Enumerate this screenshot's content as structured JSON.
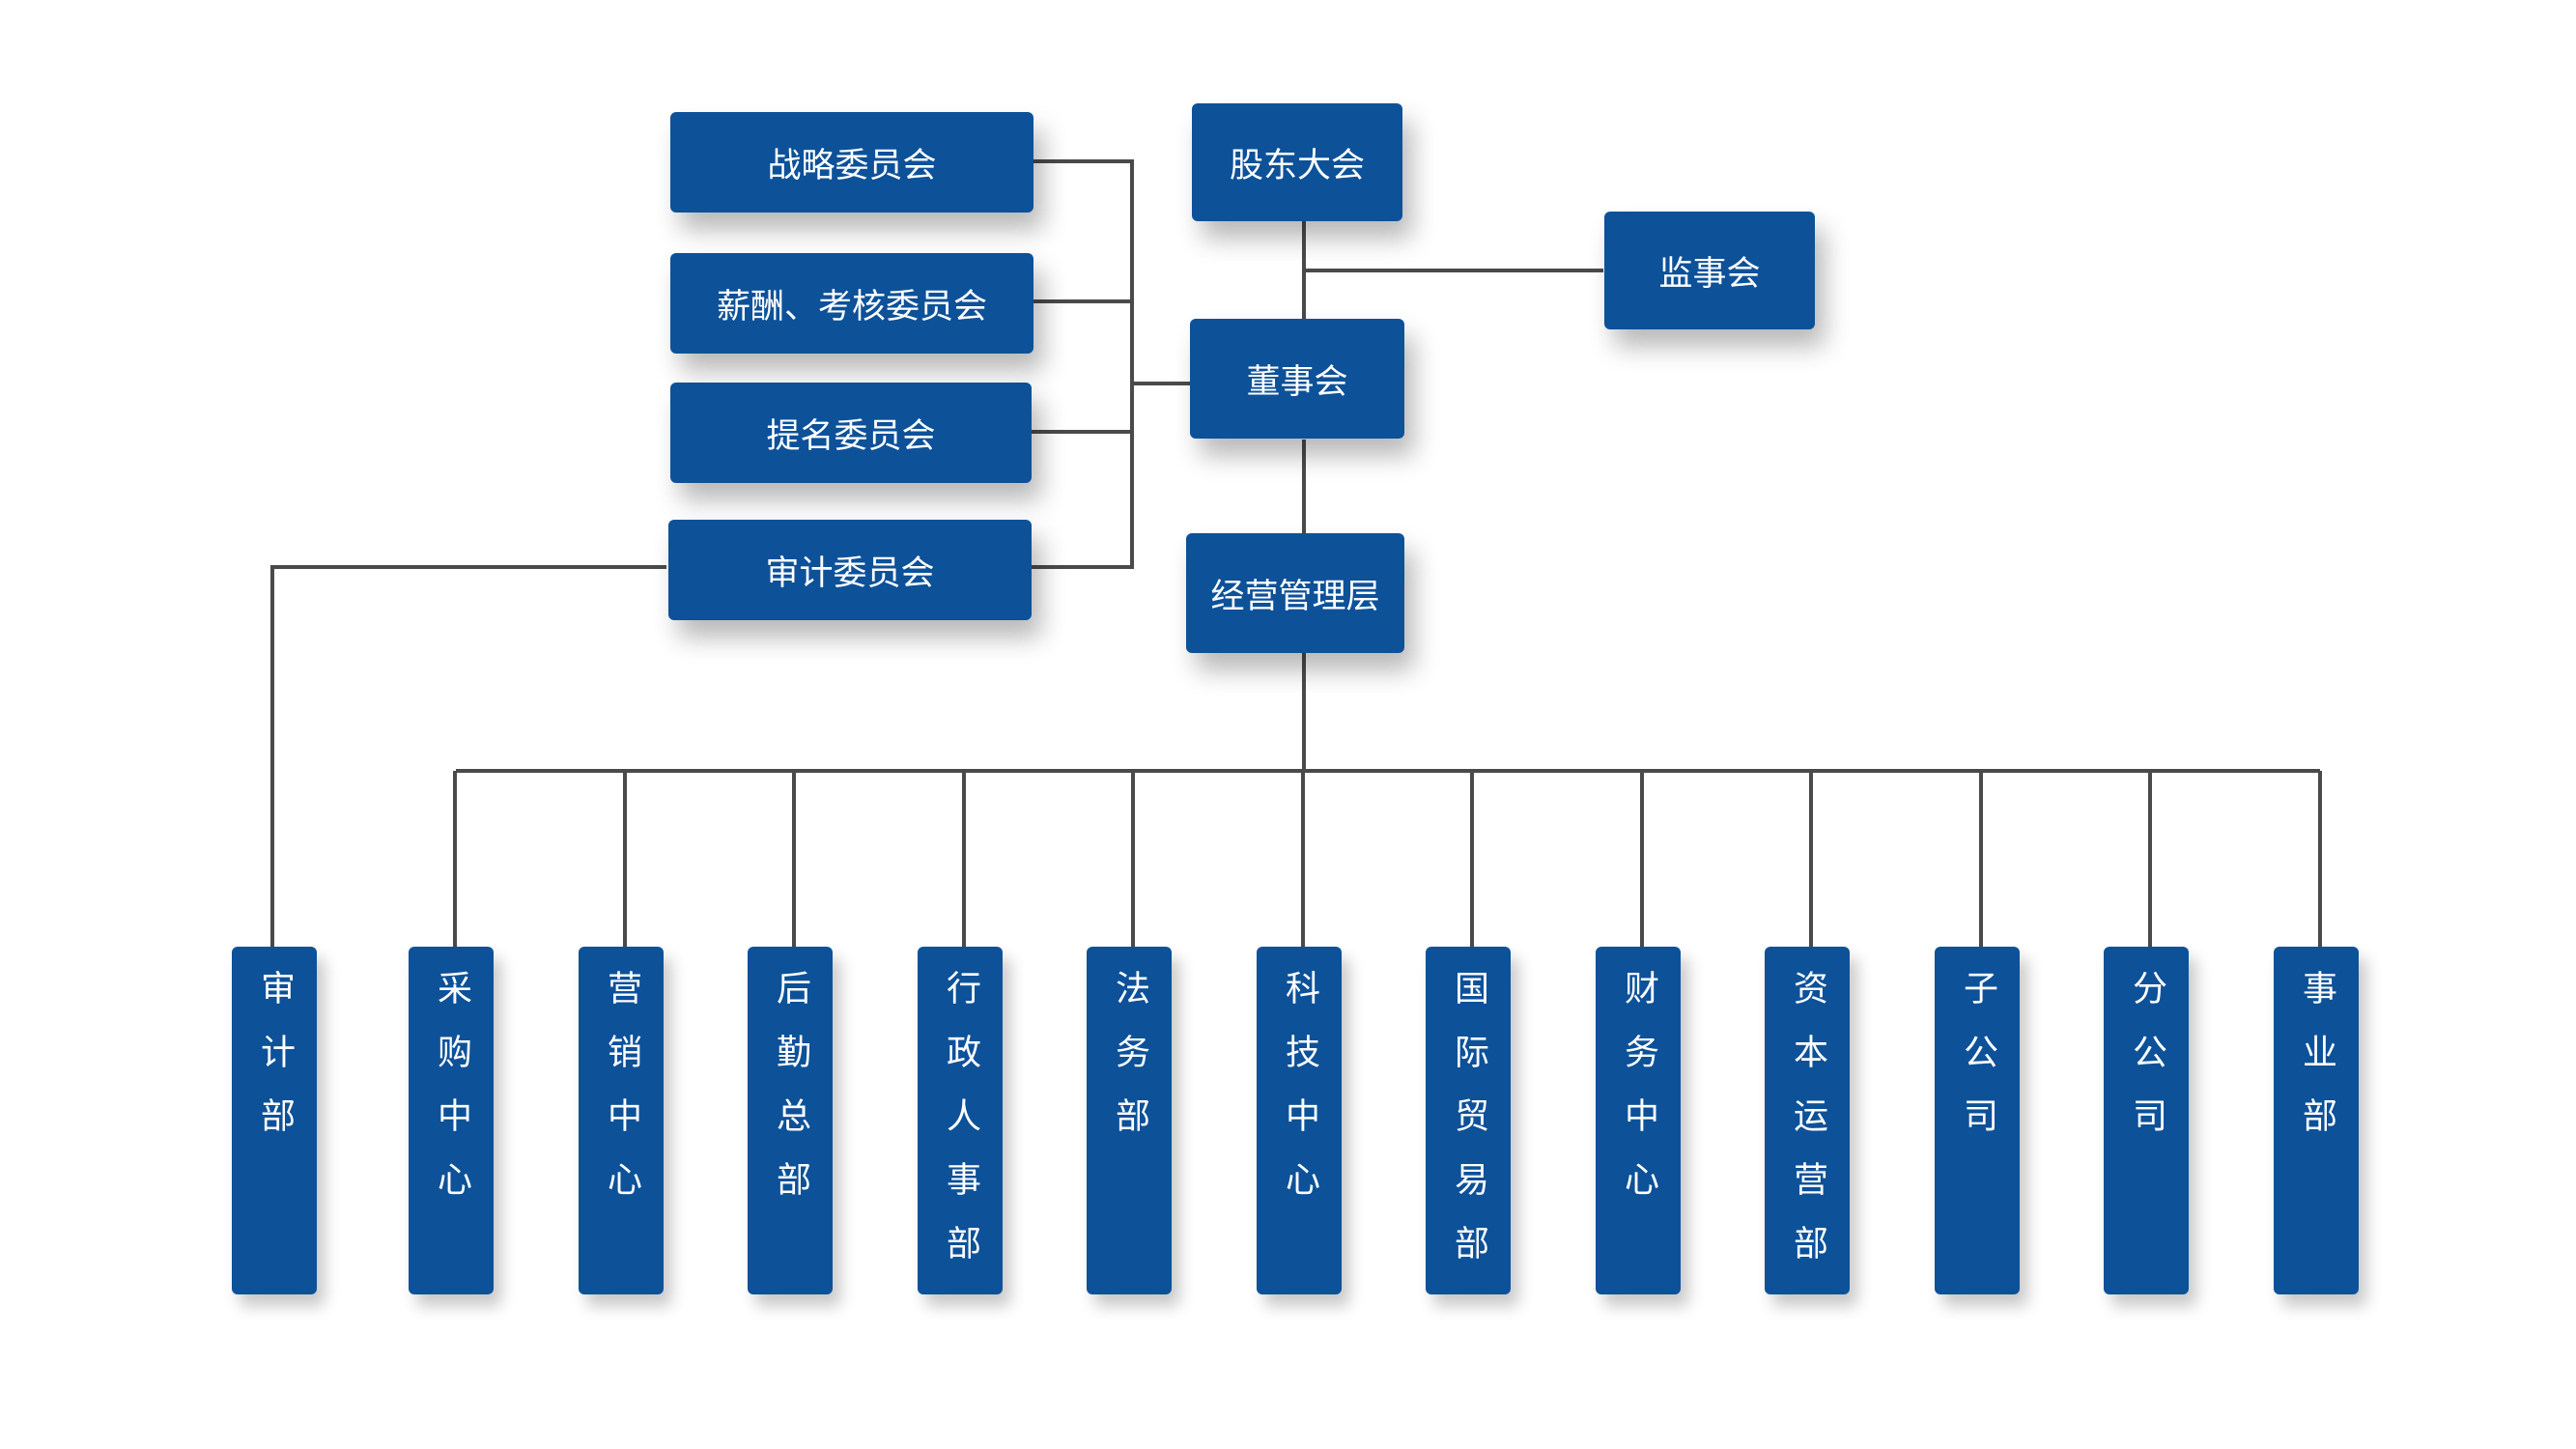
{
  "org_chart": {
    "top": {
      "shareholders": "股东大会",
      "board": "董事会",
      "supervisors": "监事会",
      "management": "经营管理层"
    },
    "committees": [
      "战略委员会",
      "薪酬、考核委员会",
      "提名委员会",
      "审计委员会"
    ],
    "audit_dept": "审计部",
    "departments": [
      "采购中心",
      "营销中心",
      "后勤总部",
      "行政人事部",
      "法务部",
      "科技中心",
      "国际贸易部",
      "财务中心",
      "资本运营部",
      "子公司",
      "分公司",
      "事业部"
    ]
  },
  "colors": {
    "box": "#0d5199",
    "text": "#ffffff",
    "line": "#4a4a4a"
  }
}
